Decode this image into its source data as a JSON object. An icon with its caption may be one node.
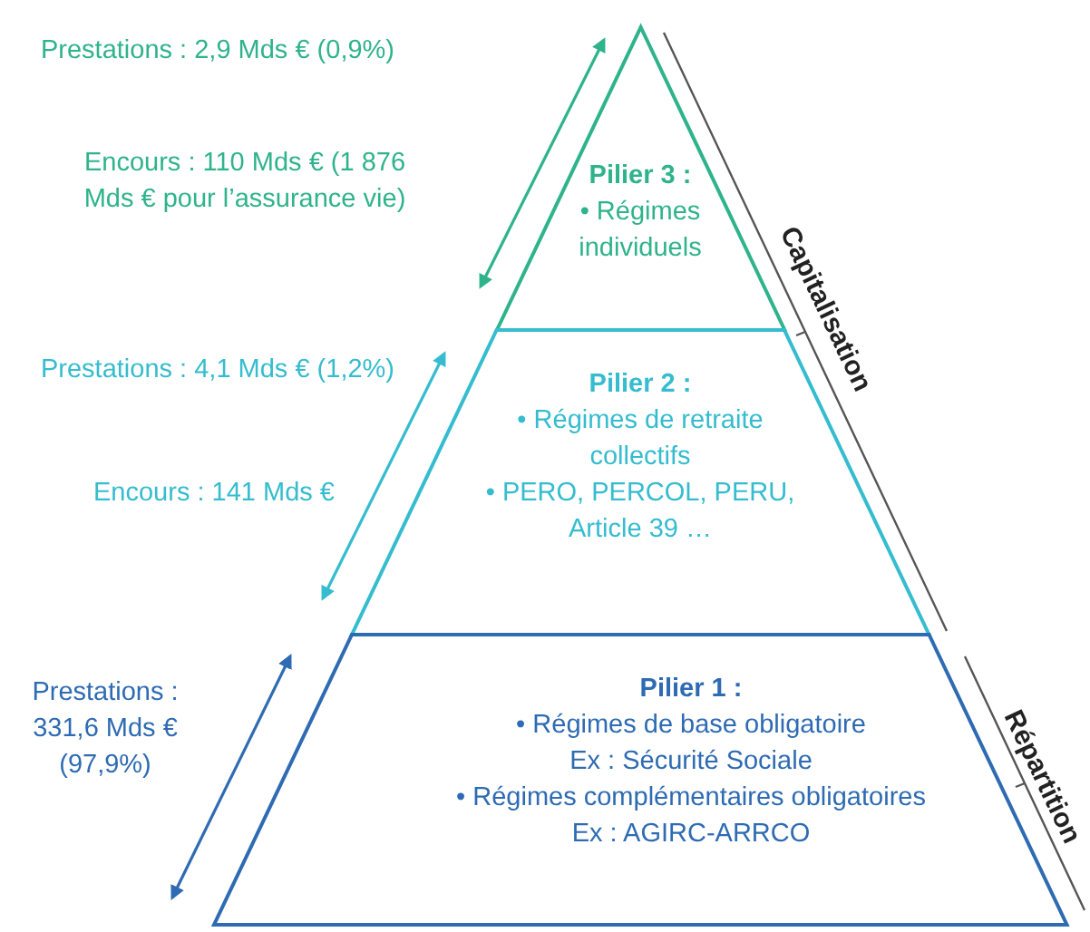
{
  "diagram": {
    "nodes": [
      {
        "text": [
          "Pilier 3 :",
          "• Régimes individuels"
        ],
        "beside": [
          "Prestations : 2,9 Mds € (0,9%)",
          "Encours : 110 Mds € (1 876 Mds € pour l’assurance vie)"
        ]
      },
      {
        "text": [
          "Pilier 2 :",
          "• Régimes de retraite collectifs",
          "• PERO, PERCOL, PERU, Article 39 …"
        ],
        "beside": [
          "Prestations : 4,1 Mds € (1,2%)",
          "Encours : 141 Mds €"
        ]
      },
      {
        "text": [
          "Pilier 1 :",
          "• Régimes de base obligatoire",
          "Ex : Sécurité Sociale",
          "• Régimes complémentaires obligatoires",
          "Ex : AGIRC-ARRCO"
        ],
        "beside": [
          "Prestations : 331,6 Mds € (97,9%)"
        ]
      }
    ],
    "labels": [
      "Capitalisation",
      "Répartition"
    ]
  }
}
